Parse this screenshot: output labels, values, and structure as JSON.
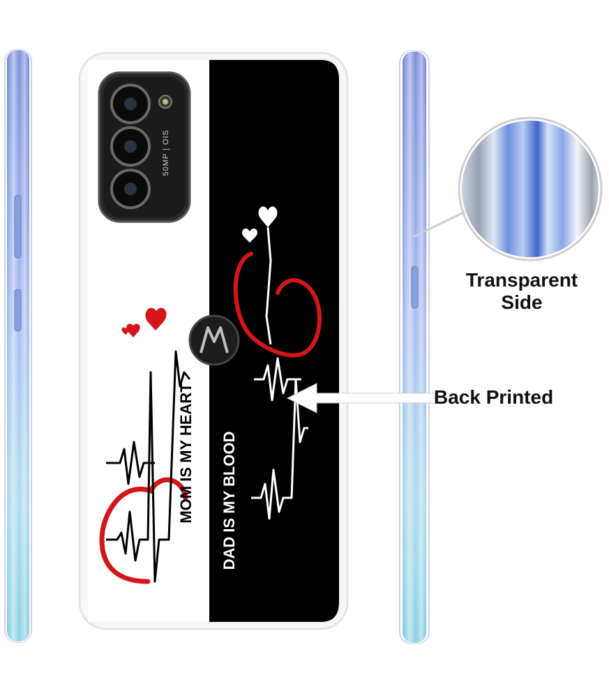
{
  "camera": {
    "label": "50MP | OIS"
  },
  "design": {
    "left_text": "MOM IS MY HEART",
    "right_text": "DAD IS MY BLOOD"
  },
  "callouts": {
    "transparent_line1": "Transparent",
    "transparent_line2": "Side",
    "back_printed": "Back Printed"
  },
  "colors": {
    "heart_red": "#d4161a",
    "case_black": "#000000",
    "rail_blue": "#8ea6e6",
    "rail_cyan": "#8fd3e8"
  },
  "icons": {
    "logo": "motorola-logo-icon",
    "arrow": "arrow-left-icon"
  }
}
